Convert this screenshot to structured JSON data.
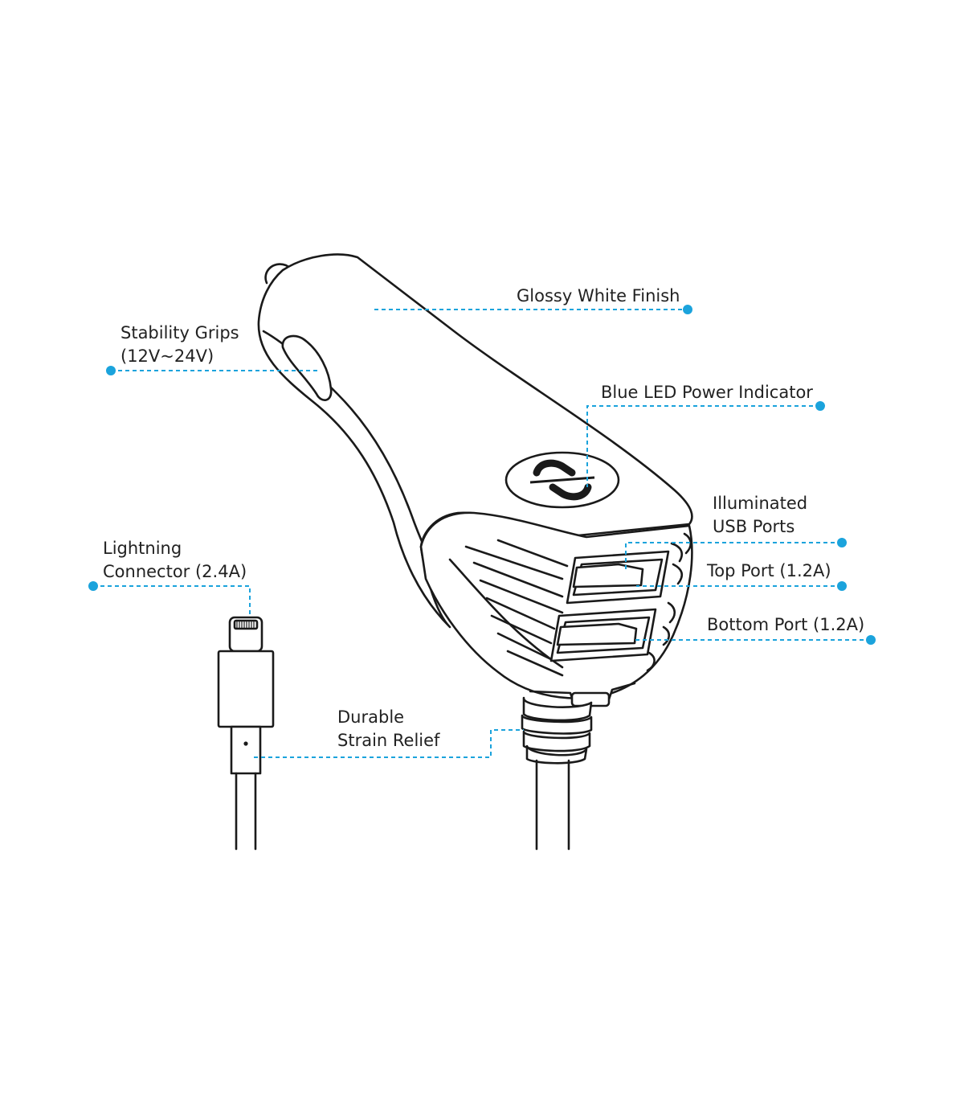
{
  "labels": {
    "glossy": "Glossy White Finish",
    "stability_1": "Stability Grips",
    "stability_2": "(12V~24V)",
    "led": "Blue LED Power Indicator",
    "illum_1": "Illuminated",
    "illum_2": "USB Ports",
    "top_port": "Top Port (1.2A)",
    "bottom_port": "Bottom Port (1.2A)",
    "lightning_1": "Lightning",
    "lightning_2": "Connector (2.4A)",
    "strain_1": "Durable",
    "strain_2": "Strain Relief"
  },
  "colors": {
    "callout": "#1ba3dc",
    "ink": "#1a1a1a",
    "background": "#ffffff"
  },
  "icons": [
    "car-charger-illustration",
    "lightning-connector-illustration",
    "brand-logo-icon"
  ]
}
